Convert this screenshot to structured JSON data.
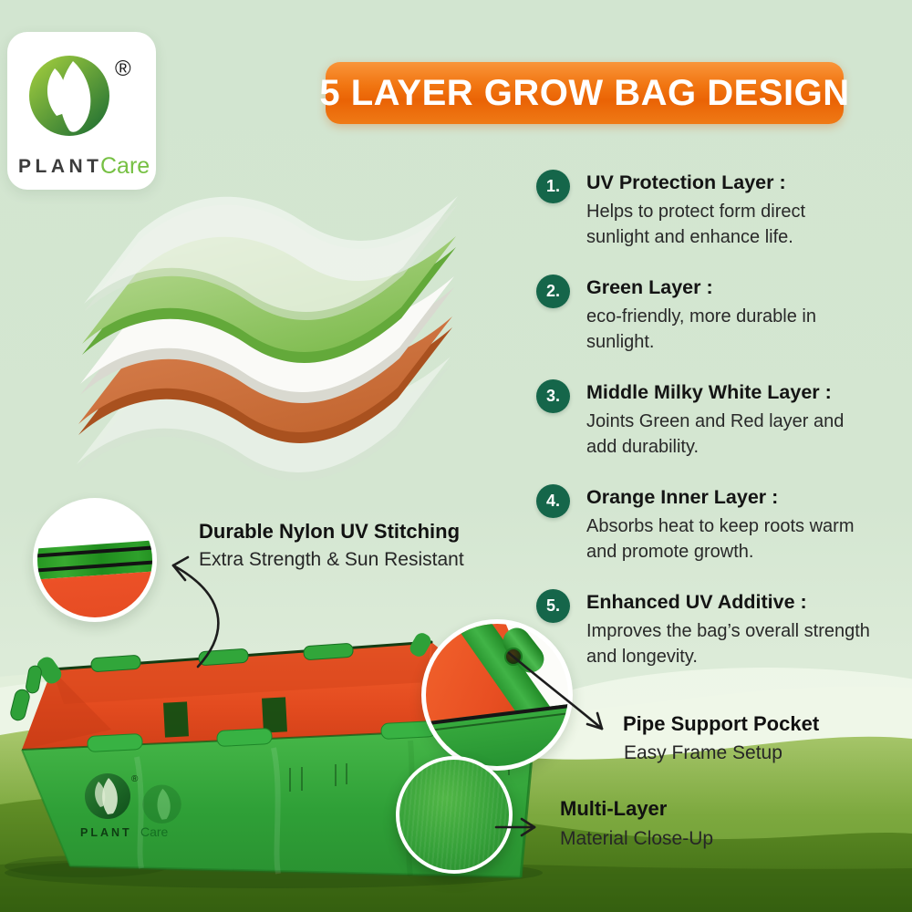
{
  "brand": {
    "plant": "PLANT",
    "care": "Care",
    "registered": "®"
  },
  "banner": {
    "title": "5 LAYER GROW BAG DESIGN"
  },
  "features": [
    {
      "number": "1.",
      "title": "UV Protection Layer :",
      "description": "Helps to protect form direct sunlight and enhance life."
    },
    {
      "number": "2.",
      "title": "Green Layer :",
      "description": "eco-friendly, more durable in sunlight."
    },
    {
      "number": "3.",
      "title": "Middle Milky White Layer  :",
      "description": "Joints Green and Red layer and add durability."
    },
    {
      "number": "4.",
      "title": "Orange Inner Layer :",
      "description": "Absorbs heat to keep roots warm and promote growth."
    },
    {
      "number": "5.",
      "title": "Enhanced UV Additive :",
      "description": "Improves the bag’s overall strength and longevity."
    }
  ],
  "callouts": {
    "stitching": {
      "title": "Durable Nylon UV Stitching",
      "subtitle": "Extra Strength & Sun Resistant"
    },
    "pipe_pocket": {
      "title": "Pipe Support Pocket",
      "subtitle": "Easy Frame Setup"
    },
    "multi_layer": {
      "title": "Multi-Layer",
      "subtitle": "Material Close-Up"
    }
  },
  "layers_diagram": {
    "layers": [
      {
        "name": "uv-clear-top-sheet",
        "color": "rgba(255,255,255,0.5)"
      },
      {
        "name": "green-sheet",
        "color": "#8cc35e"
      },
      {
        "name": "milky-white-sheet",
        "color": "#fafaf7"
      },
      {
        "name": "orange-sheet",
        "color": "#cc6e3c"
      },
      {
        "name": "uv-clear-bottom-sheet",
        "color": "rgba(255,255,255,0.42)"
      }
    ]
  },
  "bag": {
    "logo_plant": "PLANT",
    "logo_care": "Care",
    "registered": "®"
  },
  "colors": {
    "background": "#d2e5d0",
    "banner_orange": "#ee6a0a",
    "badge_green": "#15664a",
    "bag_green": "#35a93a",
    "bag_interior_orange": "#e9512a",
    "grass_dark": "#3e6b14"
  }
}
